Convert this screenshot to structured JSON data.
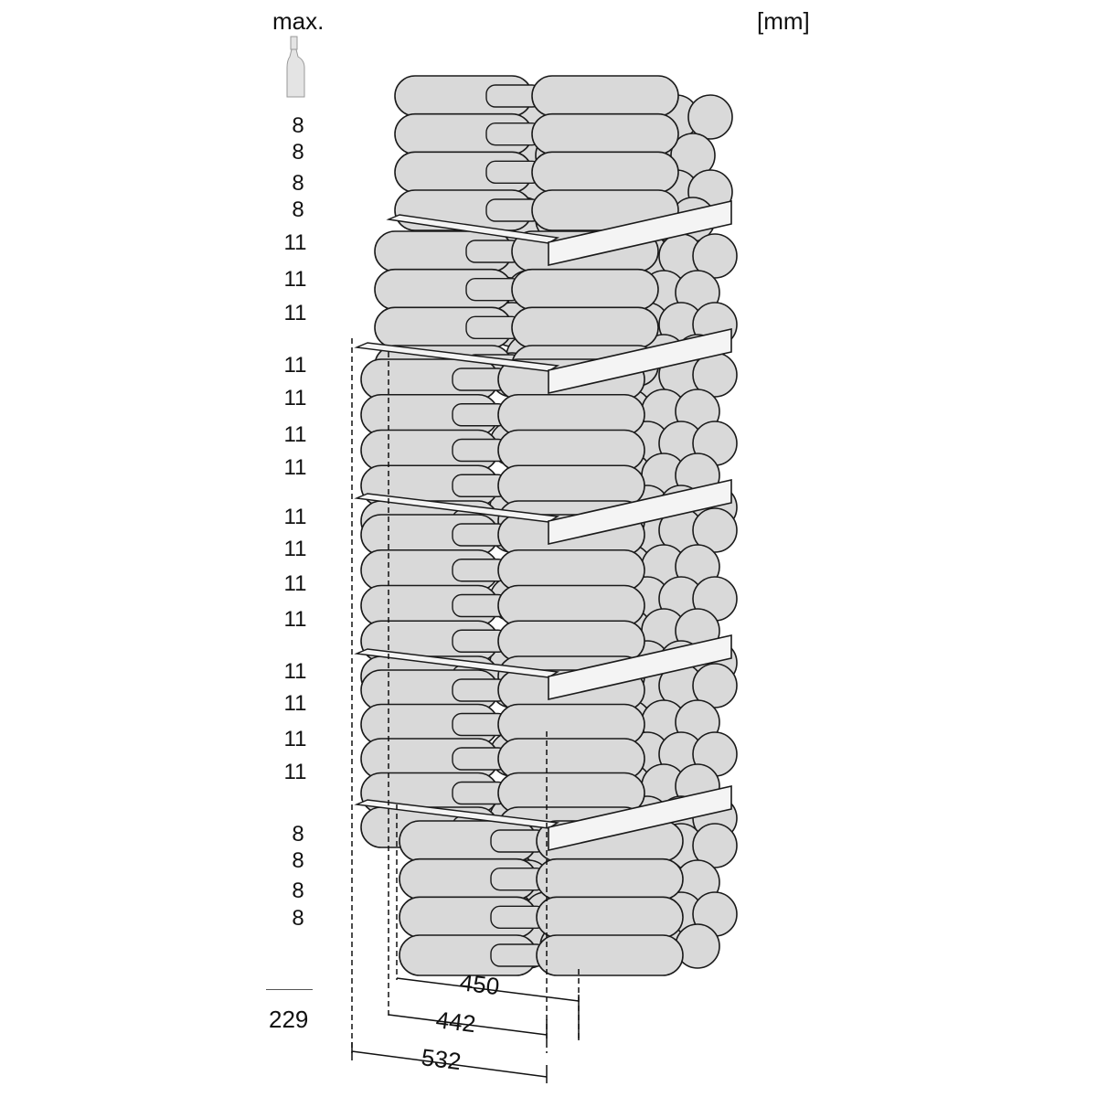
{
  "header": {
    "max_label": "max.",
    "unit_label": "[mm]",
    "bottle_icon": "wine-bottle-icon"
  },
  "shelf_capacities": [
    "8",
    "8",
    "8",
    "8",
    "11",
    "11",
    "11",
    "11",
    "11",
    "11",
    "11",
    "11",
    "11",
    "11",
    "11",
    "11",
    "11",
    "11",
    "11",
    "8",
    "8",
    "8",
    "8"
  ],
  "total": "229",
  "dimensions": {
    "d450": "450",
    "d442": "442",
    "d532": "532"
  },
  "colors": {
    "bottle_fill": "#d9d9d9",
    "bottle_stroke": "#1a1a1a",
    "shelf_fill": "#f4f4f4",
    "line": "#111111"
  }
}
